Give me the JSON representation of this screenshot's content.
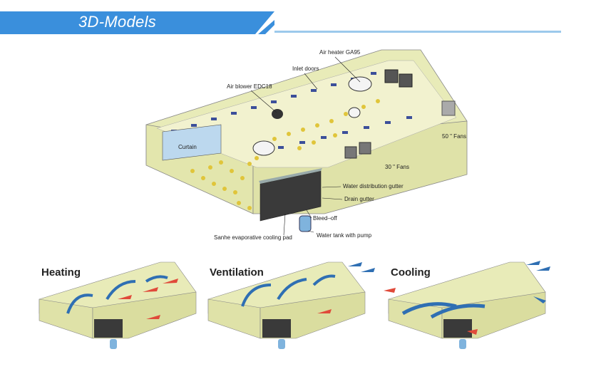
{
  "header": {
    "title": "3D-Models"
  },
  "main_diagram": {
    "labels": {
      "air_heater": "Air heater GA95",
      "inlet_doors": "Inlet doors",
      "air_blower": "Air blower EDC18",
      "curtain": "Curtain",
      "fans_50": "50 \" Fans",
      "fans_30": "30 \" Fans",
      "water_gutter": "Water distribution gutter",
      "drain_gutter": "Drain gutter",
      "bleed_off": "Bleed–off",
      "cooling_pad": "Sanhe evaporative cooling pad",
      "water_tank": "Water tank with pump"
    }
  },
  "panels": [
    {
      "title": "Heating"
    },
    {
      "title": "Ventilation"
    },
    {
      "title": "Cooling"
    }
  ],
  "colors": {
    "banner": "#3a8fdc",
    "house_fill": "#e8ebb8",
    "flow_blue": "#2f6fb3",
    "flow_red": "#e04a3a"
  }
}
